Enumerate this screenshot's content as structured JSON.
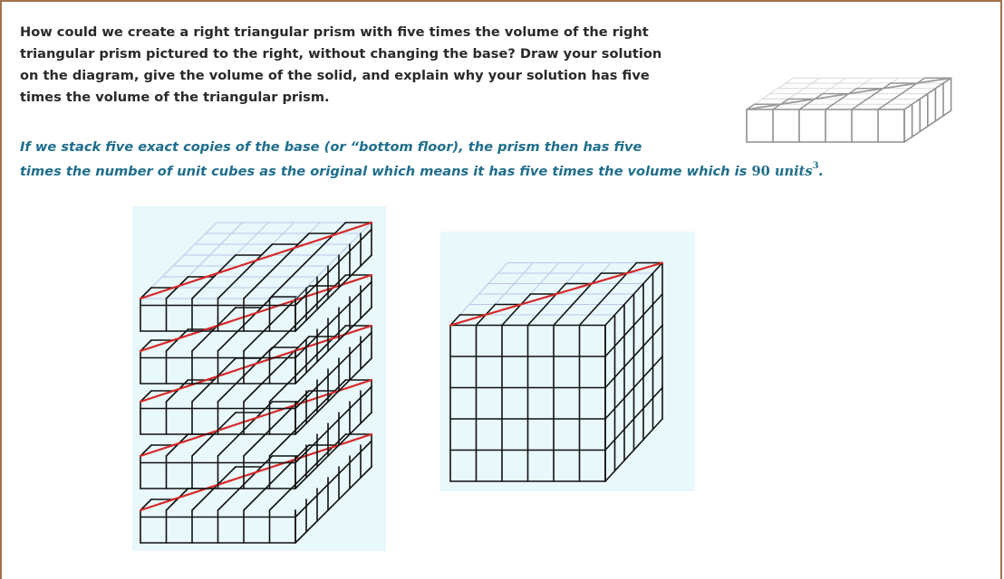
{
  "question": {
    "lines": [
      "How could we create a right triangular prism with five times the volume of the right",
      "triangular prism pictured to the right, without changing the base?  Draw your solution",
      "on the diagram, give the volume of the solid, and explain why your solution has five",
      "times the volume of the triangular prism."
    ]
  },
  "answer": {
    "line1": "If we stack five exact copies of the base (or “bottom floor), the prism then has five",
    "line2_text": "times the number of unit cubes as the original which means it has five times the volume which is",
    "volume_number": "90",
    "volume_unit": "units",
    "volume_exponent": "3",
    "line2_end": "."
  },
  "colors": {
    "text": "#2a2a2a",
    "answer": "#1f6e8c",
    "border": "#a0724e",
    "panel": "#e8f8fb",
    "grid_faint": "#b8c8e8",
    "edge_red": "#d62828",
    "original_gray": "#909090"
  }
}
